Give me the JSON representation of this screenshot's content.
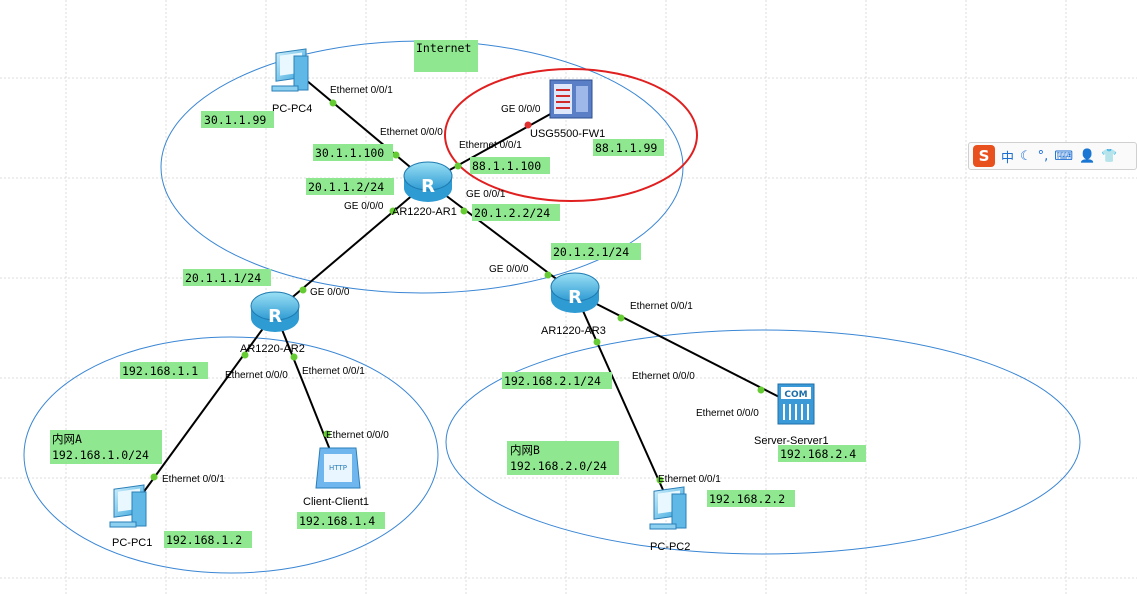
{
  "devices": {
    "pc4": {
      "name": "PC-PC4"
    },
    "fw1": {
      "name": "USG5500-FW1"
    },
    "ar1": {
      "name": "AR1220-AR1"
    },
    "ar2": {
      "name": "AR1220-AR2"
    },
    "ar3": {
      "name": "AR1220-AR3"
    },
    "pc1": {
      "name": "PC-PC1"
    },
    "client1": {
      "name": "Client-Client1",
      "badge": "HTTP"
    },
    "server1": {
      "name": "Server-Server1",
      "badge": "COM"
    },
    "pc2": {
      "name": "PC-PC2"
    }
  },
  "router_glyph": "R",
  "ports": {
    "pc4_e001": "Ethernet 0/0/1",
    "ar1_e000": "Ethernet 0/0/0",
    "fw_ge000": "GE 0/0/0",
    "ar1_e001": "Ethernet 0/0/1",
    "ar1_ge000": "GE 0/0/0",
    "ar1_ge001": "GE 0/0/1",
    "ar2_ge000": "GE 0/0/0",
    "ar3_ge000": "GE 0/0/0",
    "ar3_e001": "Ethernet 0/0/1",
    "ar3_e000": "Ethernet 0/0/0",
    "ar2_e000": "Ethernet 0/0/0",
    "ar2_e001": "Ethernet 0/0/1",
    "client_e000": "Ethernet 0/0/0",
    "pc1_e001": "Ethernet 0/0/1",
    "server_e000": "Ethernet 0/0/0",
    "pc2_e001": "Ethernet 0/0/1"
  },
  "labels": {
    "internet": "Internet",
    "pc4_ip": "30.1.1.99",
    "ar1_ip_pc4": "30.1.1.100",
    "ar1_ip_fw": "88.1.1.100",
    "fw_ip": "88.1.1.99",
    "ar1_ip_ar2": "20.1.1.2/24",
    "ar1_ip_ar3": "20.1.2.2/24",
    "ar3_ip_ar1": "20.1.2.1/24",
    "ar2_ip_ar1": "20.1.1.1/24",
    "ar2_ip_lan": "192.168.1.1",
    "lanA_name": "内网A",
    "lanA_net": "192.168.1.0/24",
    "pc1_ip": "192.168.1.2",
    "client_ip": "192.168.1.4",
    "ar3_ip_lan": "192.168.2.1/24",
    "lanB_name": "内网B",
    "lanB_net": "192.168.2.0/24",
    "server_ip": "192.168.2.4",
    "pc2_ip": "192.168.2.2"
  },
  "tray": {
    "logo": "S",
    "lang": "中",
    "moon": "☾",
    "punct": "°,",
    "keyboard": "⌨",
    "user": "👤",
    "shirt": "👕"
  },
  "colors": {
    "label_bg": "#8fe88f",
    "ellipse": "#3a86d4",
    "highlight_ellipse": "#e02020",
    "link": "#000000",
    "port_dot": "#66cc33"
  }
}
